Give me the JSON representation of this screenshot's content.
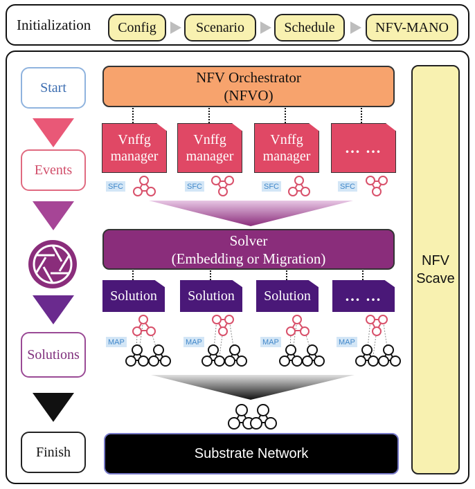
{
  "init": {
    "label": "Initialization",
    "steps": [
      "Config",
      "Scenario",
      "Schedule",
      "NFV-MANO"
    ]
  },
  "stages": {
    "start": "Start",
    "events": "Events",
    "solutions": "Solutions",
    "finish": "Finish"
  },
  "orchestrator": {
    "line1": "NFV Orchestrator",
    "line2": "(NFVO)"
  },
  "vnffg": {
    "line1": "Vnffg",
    "line2": "manager",
    "ellipsis": "... ..."
  },
  "sfc_tag": "SFC",
  "solver": {
    "line1": "Solver",
    "line2": "(Embedding or Migration)"
  },
  "solution": {
    "label": "Solution",
    "ellipsis": "... ..."
  },
  "map_tag": "MAP",
  "substrate": "Substrate Network",
  "scave": {
    "line1": "NFV",
    "line2": "Scave"
  },
  "colors": {
    "nfvo": "#f7a36d",
    "vnffg": "#e04865",
    "solver": "#8a2d7b",
    "solution": "#4a1878",
    "init_step": "#f8f1b0",
    "start_border": "#8fb3de",
    "events_border": "#e06a80",
    "solutions_border": "#9a4a95"
  },
  "icons": [
    "chevron-right-icon",
    "triangle-down-icon",
    "aperture-icon",
    "sfc-graph-icon",
    "network-graph-icon"
  ]
}
